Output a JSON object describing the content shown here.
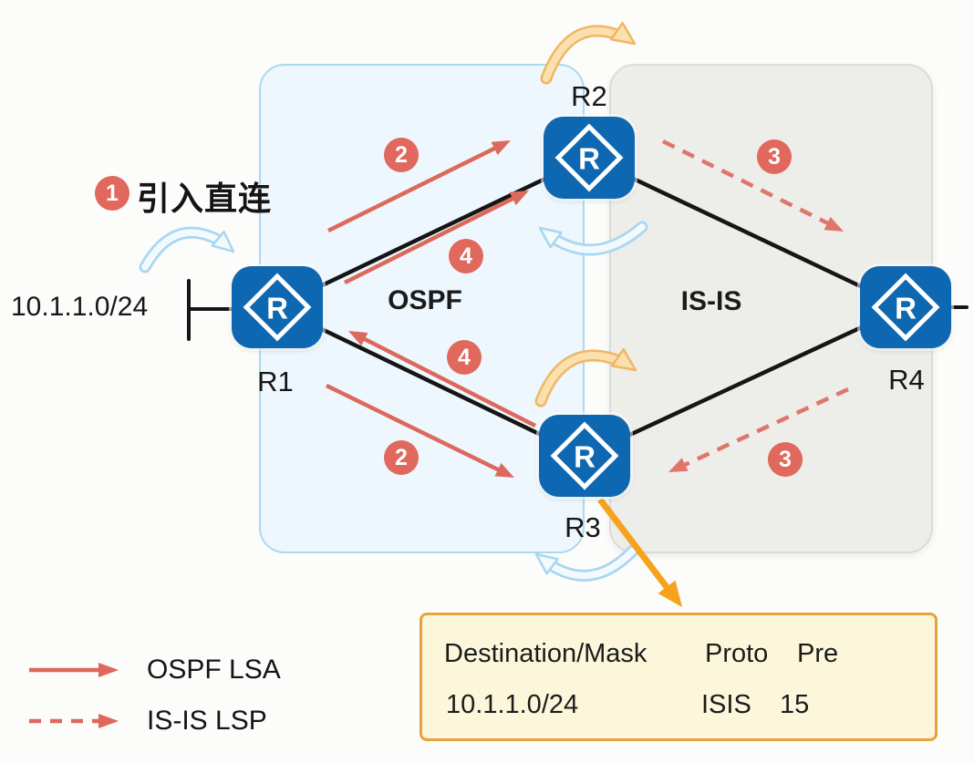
{
  "domains": {
    "ospf_label": "OSPF",
    "isis_label": "IS-IS"
  },
  "routers": [
    {
      "label": "R1"
    },
    {
      "label": "R2"
    },
    {
      "label": "R3"
    },
    {
      "label": "R4"
    }
  ],
  "network_label": "10.1.1.0/24",
  "steps": {
    "step1_badge": "1",
    "step1_text": "引入直连",
    "step2_upper": "2",
    "step4_upper": "4",
    "step2_lower": "2",
    "step4_lower": "4",
    "step3_upper": "3",
    "step3_lower": "3"
  },
  "legend": {
    "items": [
      {
        "line_style": "solid",
        "label": "OSPF LSA"
      },
      {
        "line_style": "dashed",
        "label": "IS-IS LSP"
      }
    ]
  },
  "route_table": {
    "headers": [
      "Destination/Mask",
      "Proto",
      "Pre"
    ],
    "rows": [
      [
        "10.1.1.0/24",
        "ISIS",
        "15"
      ]
    ]
  },
  "icons": {
    "router_glyph": "R",
    "router_icon": "blue rounded square with white diamond and R",
    "redistribute_blue_curved_arrow": "light-blue outlined curved arrow (import into OSPF)",
    "redistribute_orange_curved_arrow": "orange filled curved arrow (import into IS-IS)",
    "callout_arrow": "orange straight arrow from R3 to routing table"
  },
  "colors": {
    "router_blue": "#0E67B1",
    "link_black": "#151515",
    "arrow_red": "#DD685C",
    "badge_red": "#E0685C",
    "ospf_box_fill": "#EDF7FD",
    "ospf_box_border": "#ABD9EF",
    "isis_box_fill": "#EDEDEA",
    "curved_blue": "#A8D7F0",
    "curved_orange_fill": "#FAE0AC",
    "curved_orange_stroke": "#EFB765",
    "callout_orange": "#F6A21C",
    "table_fill": "#FCF7DA",
    "table_border": "#E8A23C"
  }
}
